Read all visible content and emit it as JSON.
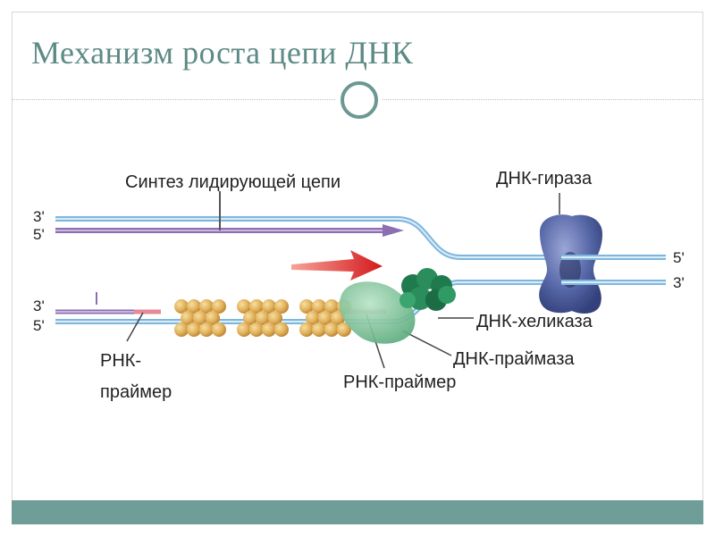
{
  "slide": {
    "title": "Механизм роста цепи ДНК",
    "accent_color": "#6f9d97"
  },
  "diagram": {
    "labels": {
      "leading_synthesis": "Синтез лидирующей цепи",
      "gyrase": "ДНК-гираза",
      "helicase": "ДНК-хеликаза",
      "primase": "ДНК-праймаза",
      "rna_primer_center": "РНК-праймер",
      "rna_primer_left_line1": "РНК-",
      "rna_primer_left_line2": "праймер"
    },
    "ends": {
      "top_left_upper": "3'",
      "top_left_lower": "5'",
      "bottom_left_upper": "3'",
      "bottom_left_lower": "5'",
      "right_upper": "5'",
      "right_lower": "3'"
    },
    "icons": [
      "red-arrow-icon",
      "gyrase-protein",
      "helicase-protein",
      "primase-protein",
      "polymerase-cluster"
    ]
  }
}
